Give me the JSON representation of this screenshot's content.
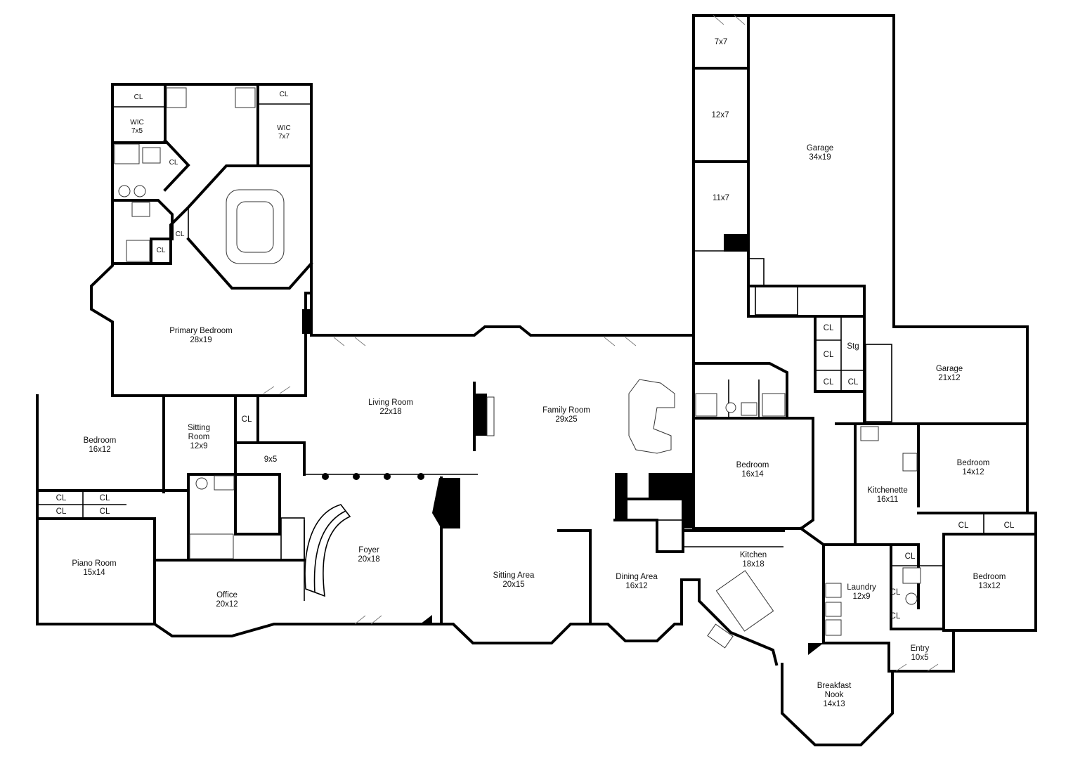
{
  "rooms": {
    "primary_cl": "CL",
    "primary_wic1_name": "WIC",
    "primary_wic1_size": "7x5",
    "primary_bath_cl1": "CL",
    "primary_bath_cl2": "CL",
    "primary_bath_cl3": "CL",
    "primary_wic2_cl": "CL",
    "primary_wic2_name": "WIC",
    "primary_wic2_size": "7x7",
    "primary_bedroom_name": "Primary Bedroom",
    "primary_bedroom_size": "28x19",
    "bedroom_w_name": "Bedroom",
    "bedroom_w_size": "16x12",
    "sitting_room_name1": "Sitting",
    "sitting_room_name2": "Room",
    "sitting_room_size": "12x9",
    "sitting_cl": "CL",
    "nine_by_five": "9x5",
    "cl_a": "CL",
    "cl_b": "CL",
    "cl_c": "CL",
    "cl_d": "CL",
    "piano_room_name": "Piano Room",
    "piano_room_size": "15x14",
    "office_name": "Office",
    "office_size": "20x12",
    "living_room_name": "Living Room",
    "living_room_size": "22x18",
    "family_room_name": "Family Room",
    "family_room_size": "29x25",
    "foyer_name": "Foyer",
    "foyer_size": "20x18",
    "sitting_area_name": "Sitting Area",
    "sitting_area_size": "20x15",
    "dining_area_name": "Dining Area",
    "dining_area_size": "16x12",
    "kitchen_name": "Kitchen",
    "kitchen_size": "18x18",
    "bedroom_c_name": "Bedroom",
    "bedroom_c_size": "16x14",
    "storage_7x7": "7x7",
    "storage_12x7": "12x7",
    "storage_11x7": "11x7",
    "garage1_name": "Garage",
    "garage1_size": "34x19",
    "garage2_name": "Garage",
    "garage2_size": "21x12",
    "stg": "Stg",
    "cl_e": "CL",
    "cl_f": "CL",
    "cl_g": "CL",
    "cl_h": "CL",
    "kitchenette_name": "Kitchenette",
    "kitchenette_size": "16x11",
    "bedroom_e_name": "Bedroom",
    "bedroom_e_size": "14x12",
    "cl_i": "CL",
    "cl_j": "CL",
    "bedroom_se_name": "Bedroom",
    "bedroom_se_size": "13x12",
    "laundry_name": "Laundry",
    "laundry_size": "12x9",
    "cl_k": "CL",
    "cl_l": "CL",
    "cl_m": "CL",
    "entry_name": "Entry",
    "entry_size": "10x5",
    "breakfast_name1": "Breakfast",
    "breakfast_name2": "Nook",
    "breakfast_size": "14x13"
  }
}
